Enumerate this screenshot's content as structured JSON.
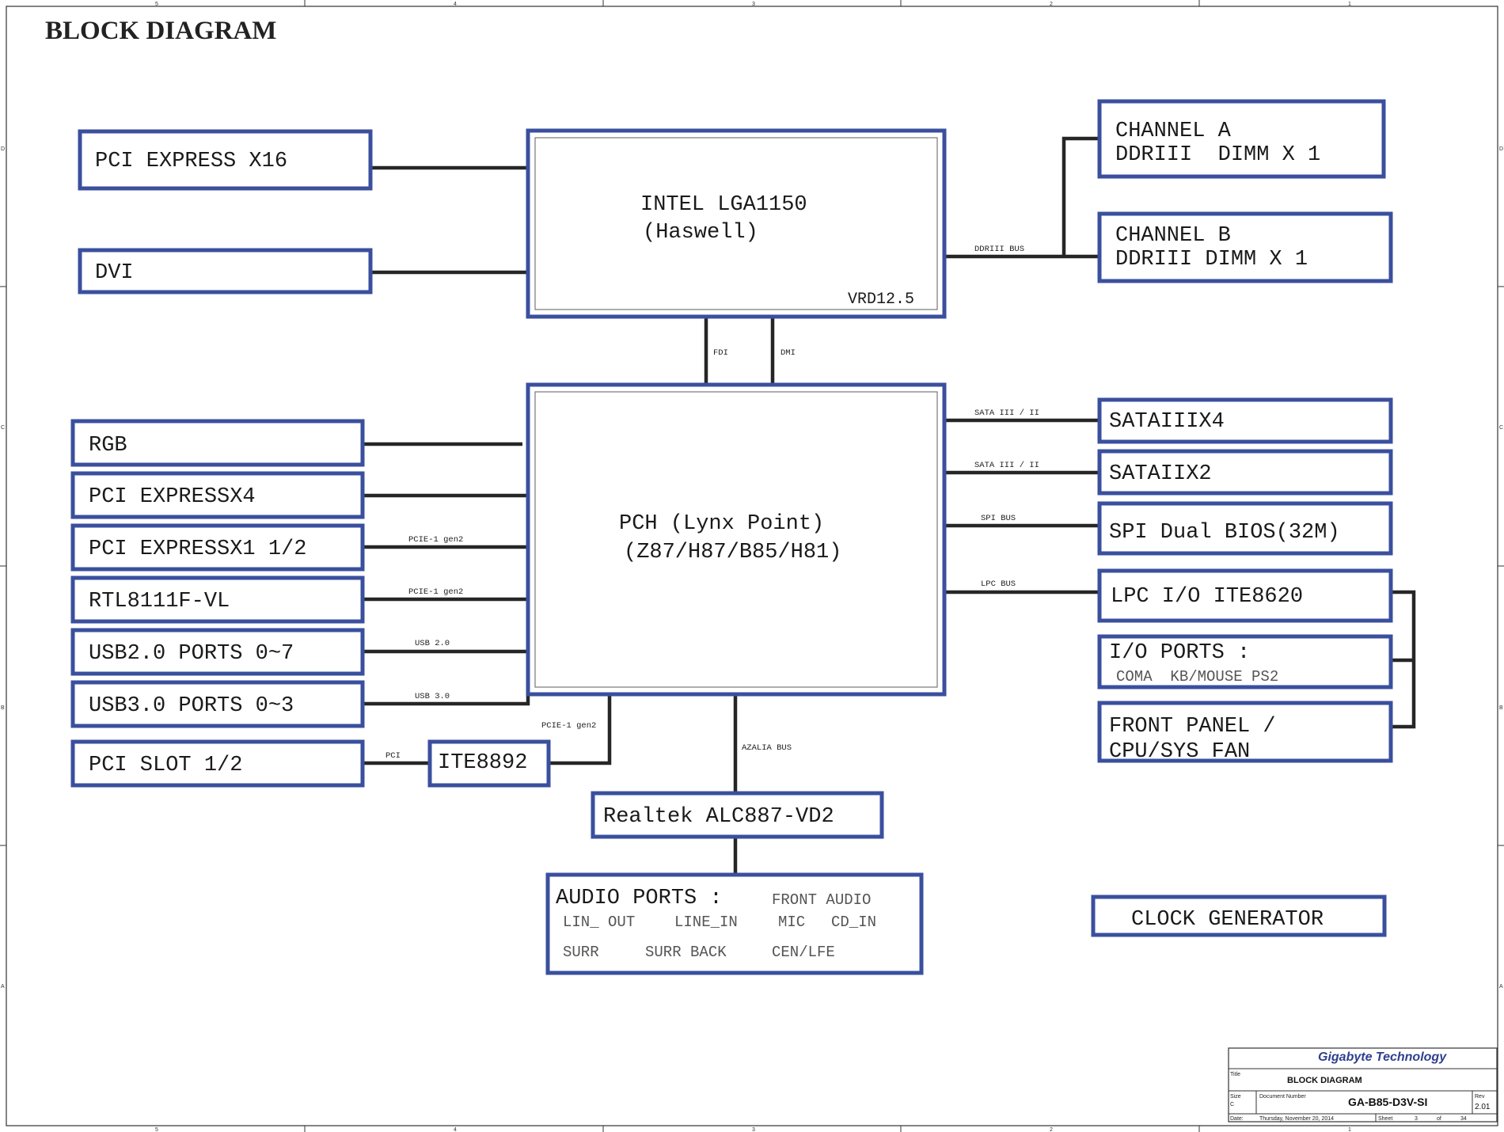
{
  "page_title": "BLOCK DIAGRAM",
  "blocks": {
    "pci_express_x16": "PCI EXPRESS X16",
    "dvi": "DVI",
    "cpu_line1": "INTEL LGA1150",
    "cpu_line2": "(Haswell)",
    "cpu_vrd": "VRD12.5",
    "channel_a_line1": "CHANNEL A",
    "channel_a_line2": "DDRIII  DIMM X 1",
    "channel_b_line1": "CHANNEL B",
    "channel_b_line2": "DDRIII DIMM X 1",
    "rgb": "RGB",
    "pci_expressx4": "PCI EXPRESSX4",
    "pci_expressx1": "PCI EXPRESSX1 1/2",
    "rtl8111f": "RTL8111F-VL",
    "usb2_ports": "USB2.0 PORTS 0~7",
    "usb3_ports": "USB3.0 PORTS 0~3",
    "pci_slot": "PCI SLOT 1/2",
    "ite8892": "ITE8892",
    "pch_line1": "PCH (Lynx Point)",
    "pch_line2": "(Z87/H87/B85/H81)",
    "sataiiix4": "SATAIIIX4",
    "sataiix2": "SATAIIX2",
    "spi_bios": "SPI Dual BIOS(32M)",
    "lpc_io": "LPC I/O ITE8620",
    "io_ports_line1": "I/O PORTS :",
    "io_ports_line2": "COMA  KB/MOUSE PS2",
    "front_panel_line1": "FRONT PANEL /",
    "front_panel_line2": "CPU/SYS FAN",
    "realtek": "Realtek ALC887-VD2",
    "audio_title": "AUDIO PORTS :",
    "audio_front": "FRONT AUDIO",
    "audio_lin_out": "LIN_ OUT",
    "audio_line_in": "LINE_IN",
    "audio_mic": "MIC",
    "audio_cd_in": "CD_IN",
    "audio_surr": "SURR",
    "audio_surr_back": "SURR BACK",
    "audio_cen_lfe": "CEN/LFE",
    "clock_generator": "CLOCK GENERATOR"
  },
  "buses": {
    "ddriii_bus": "DDRIII BUS",
    "fdi": "FDI",
    "dmi": "DMI",
    "sata_1": "SATA III / II",
    "sata_2": "SATA III / II",
    "spi_bus": "SPI BUS",
    "lpc_bus": "LPC BUS",
    "pcie_gen2_1": "PCIE-1 gen2",
    "pcie_gen2_2": "PCIE-1 gen2",
    "usb20": "USB 2.0",
    "usb30": "USB 3.0",
    "pcie_gen2_3": "PCIE-1 gen2",
    "pci": "PCI",
    "azalia_bus": "AZALIA BUS"
  },
  "zones": {
    "columns": [
      "5",
      "4",
      "3",
      "2",
      "1"
    ],
    "rows": [
      "D",
      "C",
      "B",
      "A"
    ]
  },
  "title_block": {
    "company": "Gigabyte Technology",
    "title_label": "Title",
    "title": "BLOCK DIAGRAM",
    "size_label": "Size",
    "size_value": "C",
    "doc_label": "Document Number",
    "doc_number": "GA-B85-D3V-SI",
    "rev_label": "Rev",
    "rev_value": "2.01",
    "date_label": "Date:",
    "date_value": "Thursday, November 20, 2014",
    "sheet_label": "Sheet",
    "sheet_value": "3",
    "of_label": "of",
    "of_value": "34"
  },
  "colors": {
    "box_stroke": "#3a4f9e",
    "wire": "#262626",
    "company_text": "#2f3f8f"
  }
}
